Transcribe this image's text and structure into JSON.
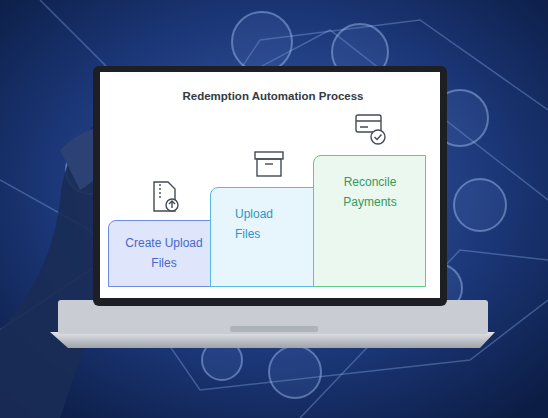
{
  "diagram": {
    "title": "Redemption Automation Process",
    "nodes": [
      {
        "text": [
          "Create Upload Files"
        ]
      },
      {
        "text": [
          "Upload Files"
        ]
      },
      {
        "text": [
          "Reconcile Payments"
        ]
      }
    ]
  }
}
